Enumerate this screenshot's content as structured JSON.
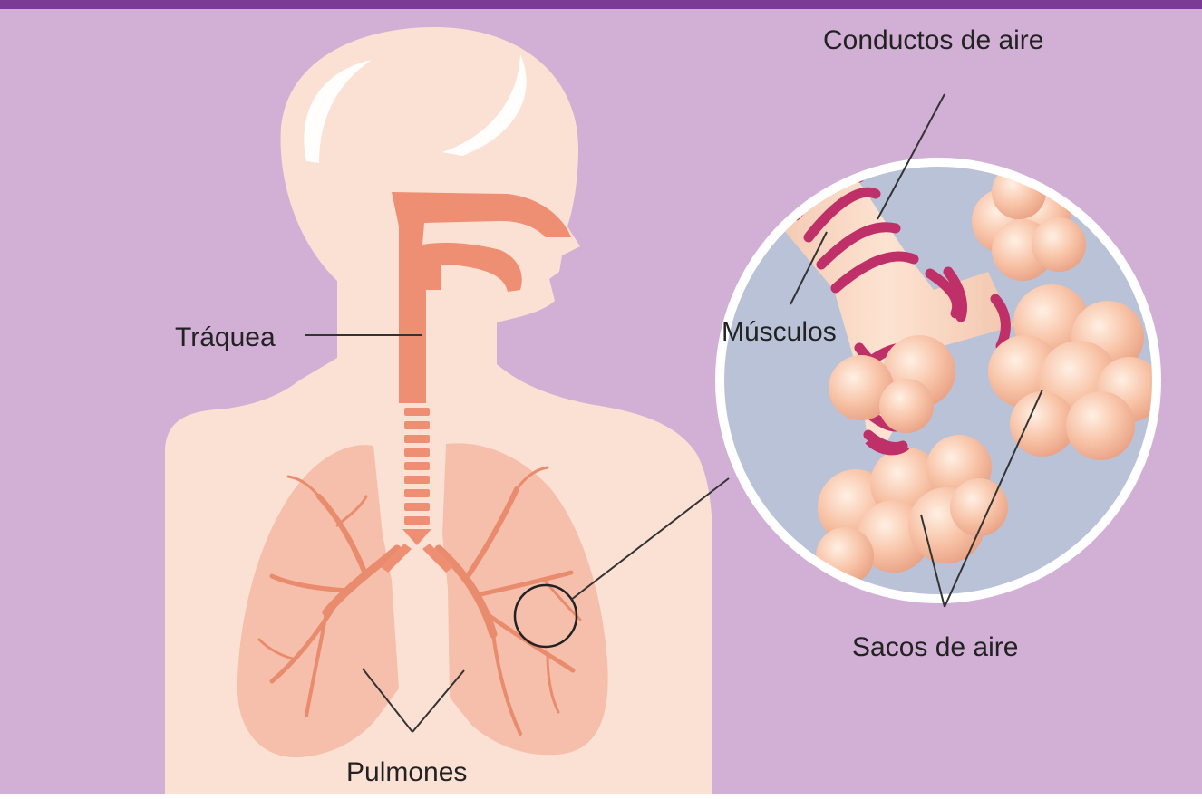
{
  "labels": {
    "trachea": "Tráquea",
    "lungs": "Pulmones",
    "airways": "Conductos de aire",
    "muscles": "Músculos",
    "air_sacs": "Sacos de aire"
  },
  "colors": {
    "frame_bar": "#7a3a96",
    "background": "#d2b0d6",
    "body": "#fbe1d4",
    "body_highlight": "#ffffff",
    "airway": "#ee8f74",
    "lung": "#f6bfac",
    "bronchi": "#e98b6d",
    "magnifier_fill": "#b9c2d6",
    "magnifier_ring": "#ffffff",
    "muscle_band": "#c03068",
    "air_sac": "#f8c2a4",
    "leader_line": "#333333"
  }
}
